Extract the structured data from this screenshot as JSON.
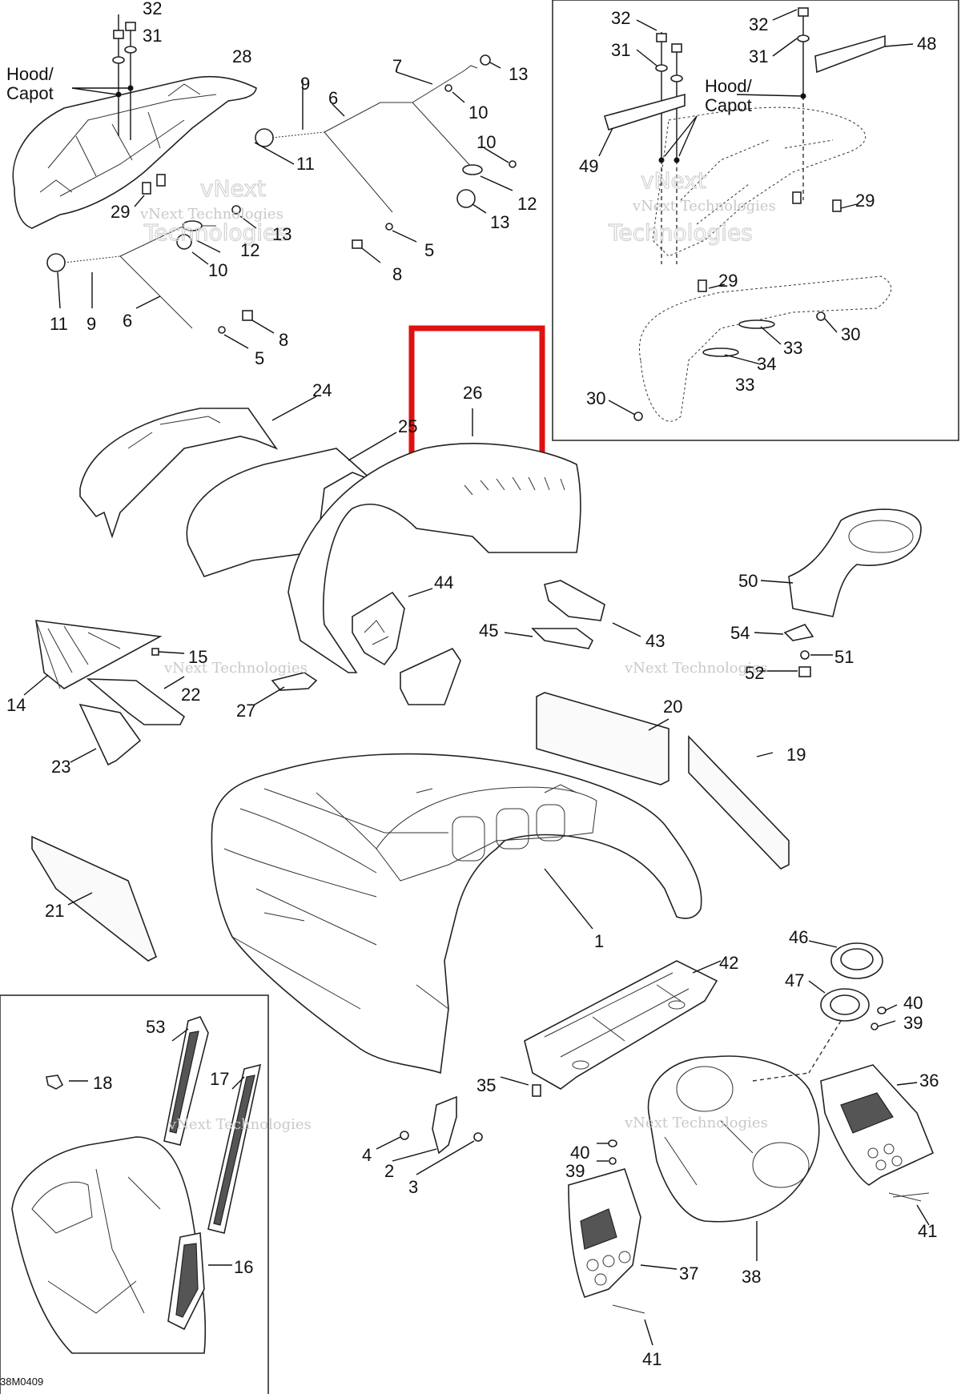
{
  "diagram": {
    "callouts": [
      {
        "text": "32"
      },
      {
        "text": "31"
      },
      {
        "text": "28"
      },
      {
        "text": "29"
      },
      {
        "text": "9"
      },
      {
        "text": "6"
      },
      {
        "text": "7"
      },
      {
        "text": "13"
      },
      {
        "text": "10"
      },
      {
        "text": "10"
      },
      {
        "text": "11"
      },
      {
        "text": "12"
      },
      {
        "text": "13"
      },
      {
        "text": "13"
      },
      {
        "text": "12"
      },
      {
        "text": "10"
      },
      {
        "text": "5"
      },
      {
        "text": "8"
      },
      {
        "text": "11"
      },
      {
        "text": "9"
      },
      {
        "text": "6"
      },
      {
        "text": "8"
      },
      {
        "text": "5"
      },
      {
        "text": "32"
      },
      {
        "text": "31"
      },
      {
        "text": "32"
      },
      {
        "text": "31"
      },
      {
        "text": "48"
      },
      {
        "text": "49"
      },
      {
        "text": "29"
      },
      {
        "text": "29"
      },
      {
        "text": "30"
      },
      {
        "text": "33"
      },
      {
        "text": "34"
      },
      {
        "text": "33"
      },
      {
        "text": "30"
      },
      {
        "text": "24"
      },
      {
        "text": "25"
      },
      {
        "text": "26"
      },
      {
        "text": "44"
      },
      {
        "text": "45"
      },
      {
        "text": "43"
      },
      {
        "text": "50"
      },
      {
        "text": "54"
      },
      {
        "text": "51"
      },
      {
        "text": "52"
      },
      {
        "text": "15"
      },
      {
        "text": "14"
      },
      {
        "text": "22"
      },
      {
        "text": "27"
      },
      {
        "text": "23"
      },
      {
        "text": "20"
      },
      {
        "text": "19"
      },
      {
        "text": "21"
      },
      {
        "text": "1"
      },
      {
        "text": "46"
      },
      {
        "text": "42"
      },
      {
        "text": "47"
      },
      {
        "text": "40"
      },
      {
        "text": "39"
      },
      {
        "text": "36"
      },
      {
        "text": "35"
      },
      {
        "text": "53"
      },
      {
        "text": "18"
      },
      {
        "text": "17"
      },
      {
        "text": "4"
      },
      {
        "text": "2"
      },
      {
        "text": "3"
      },
      {
        "text": "40"
      },
      {
        "text": "39"
      },
      {
        "text": "41"
      },
      {
        "text": "16"
      },
      {
        "text": "37"
      },
      {
        "text": "38"
      },
      {
        "text": "41"
      }
    ],
    "hood_labels": [
      {
        "line1": "Hood/",
        "line2": "Capot"
      },
      {
        "line1": "Hood/",
        "line2": "Capot"
      }
    ],
    "watermark": {
      "line1": "vNext Technologies",
      "line2": "vNext",
      "line3": "Technologies"
    },
    "highlight_color": "#e01010",
    "footer_code": "38M0409"
  }
}
